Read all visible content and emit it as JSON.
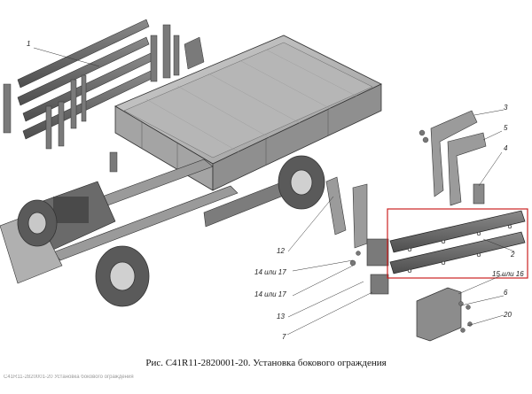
{
  "diagram": {
    "caption": "Рис. C41R11-2820001-20. Установка бокового ограждения",
    "watermark": "C41R11-2820001-20 Установка бокового ограждения",
    "callouts": [
      "1",
      "2",
      "3",
      "4",
      "5",
      "6",
      "7",
      "12",
      "13",
      "14 или 17",
      "14 или 17",
      "15 или 16",
      "20"
    ],
    "highlight_color": "#cc2222"
  }
}
